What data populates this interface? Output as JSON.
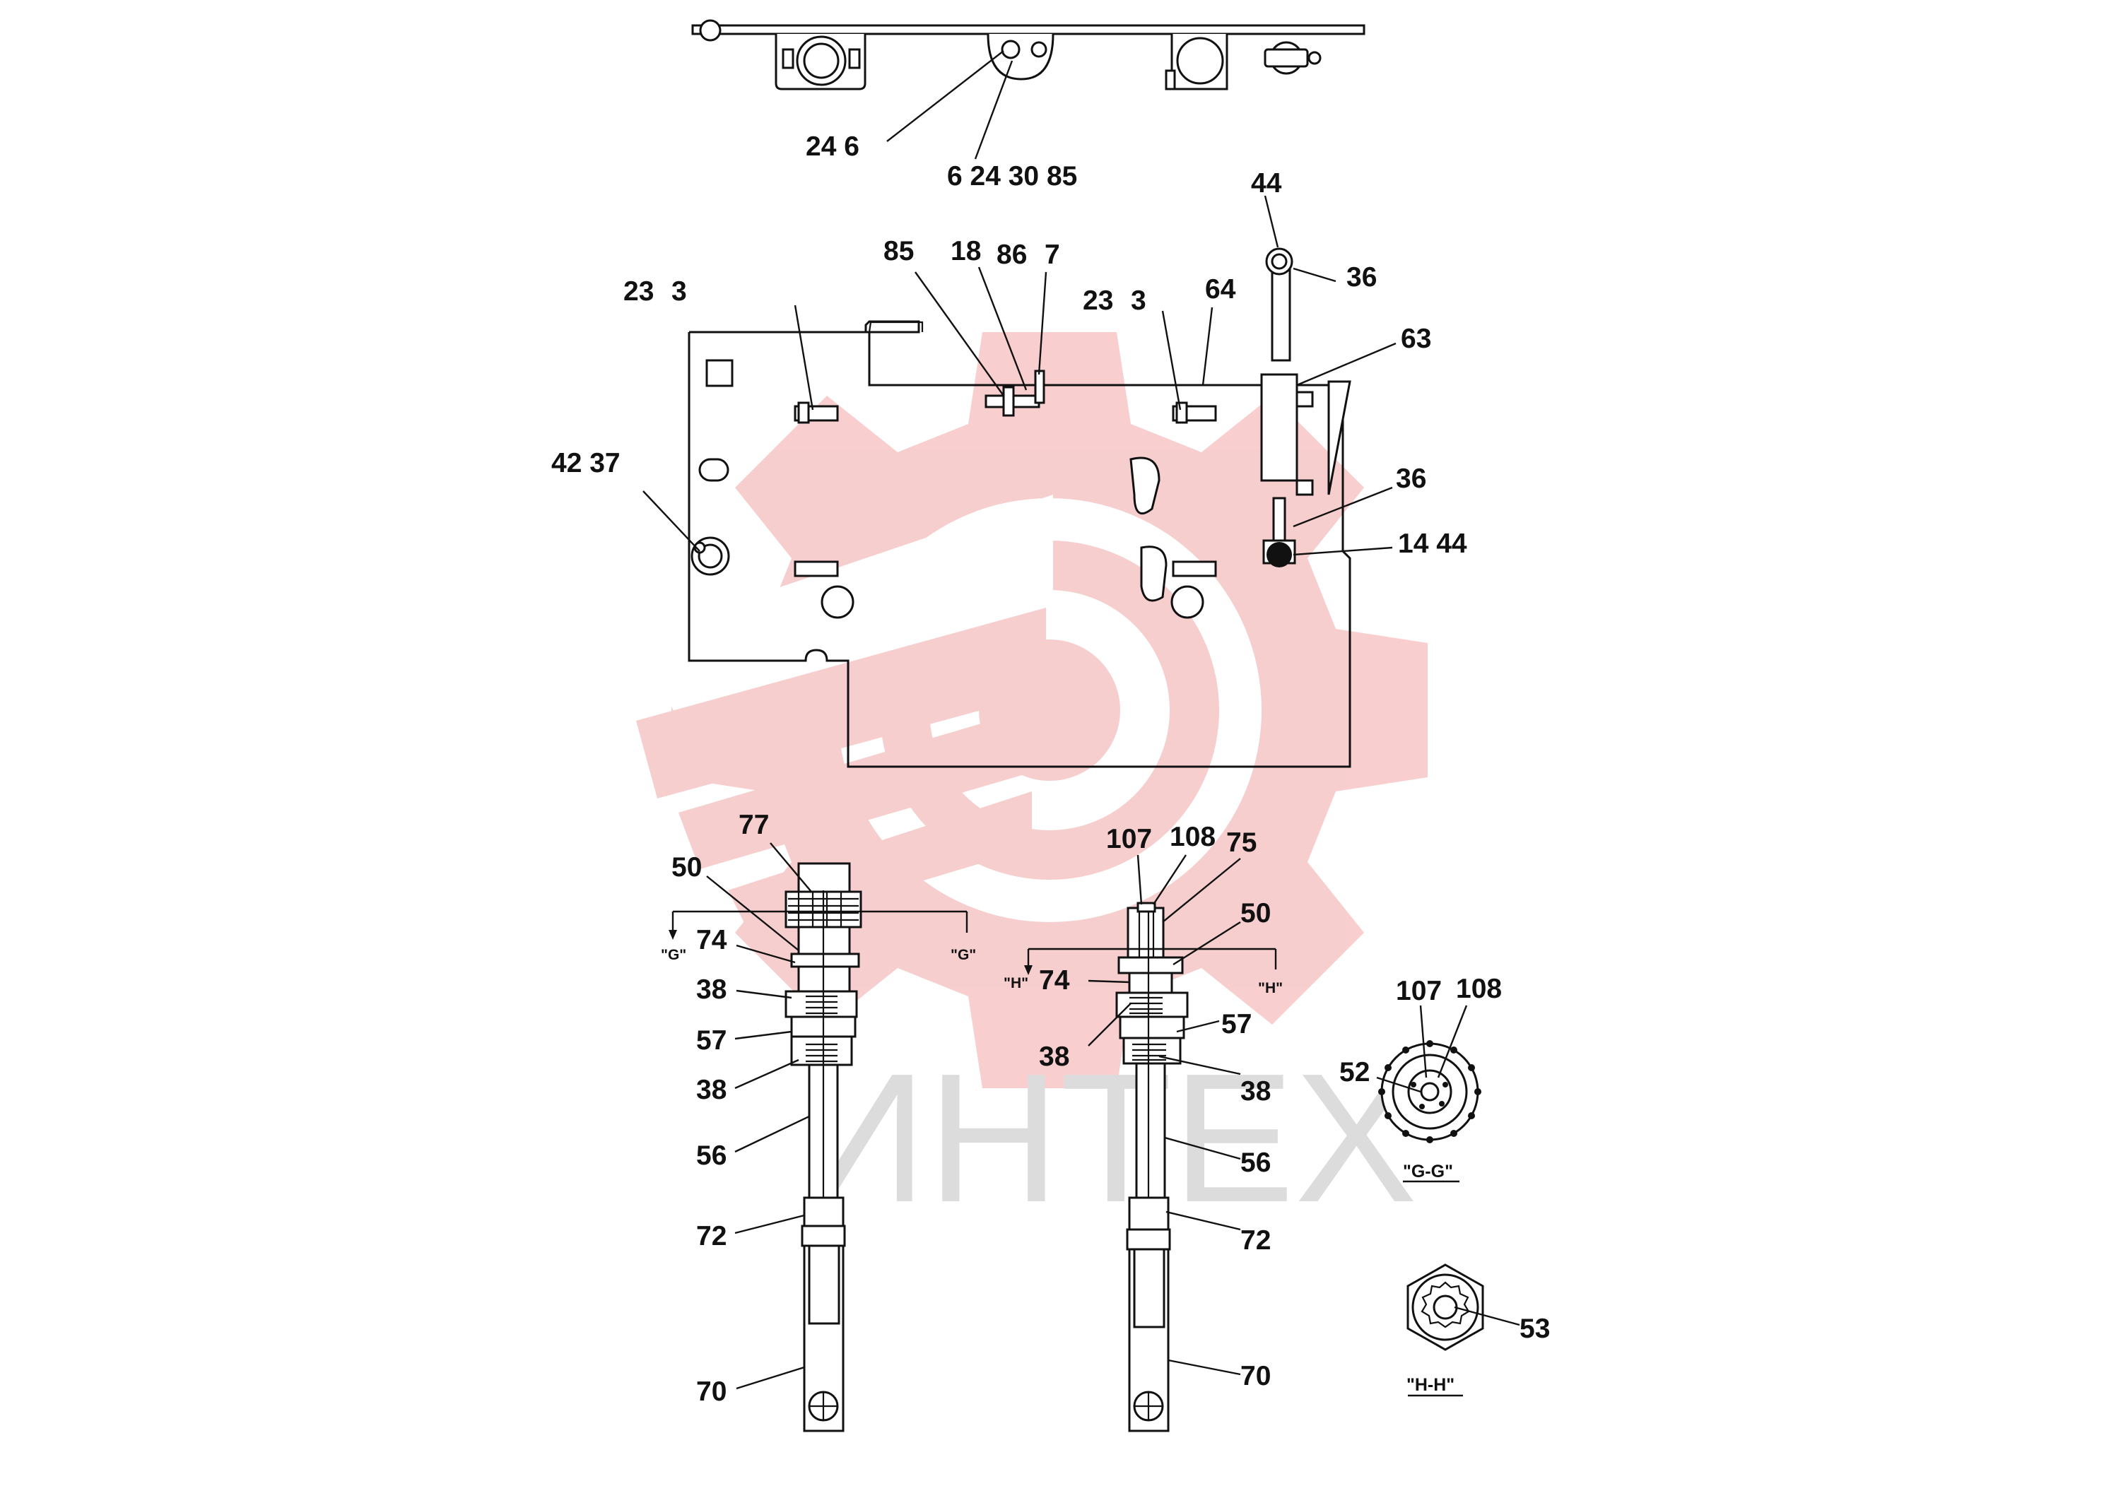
{
  "watermark": {
    "text": "ИНТЕХ",
    "gear_color": "#f7c9c9",
    "text_color": "#dcdcdc"
  },
  "callouts": {
    "top_a": "24  6",
    "top_b": "6  24  30  85",
    "n85": "85",
    "n18": "18",
    "n86": "86",
    "n7": "7",
    "l23": "23",
    "l3": "3",
    "m23": "23",
    "m3": "3",
    "n64": "64",
    "n44": "44",
    "n36a": "36",
    "n63": "63",
    "n4237": "42 37",
    "n36b": "36",
    "n1444": "14 44",
    "L77": "77",
    "L50": "50",
    "L74": "74",
    "L38a": "38",
    "L57": "57",
    "L38b": "38",
    "L56": "56",
    "L72": "72",
    "L70": "70",
    "R107": "107",
    "R108": "108",
    "R75": "75",
    "R50": "50",
    "R74": "74",
    "R38a": "38",
    "R57": "57",
    "R38b": "38",
    "R56": "56",
    "R72": "72",
    "R70": "70",
    "G107": "107",
    "G108": "108",
    "G52": "52",
    "H53": "53"
  },
  "section_marks": {
    "g_left": "\"G\"",
    "g_right": "\"G\"",
    "h_left": "\"H\"",
    "h_right": "\"H\""
  },
  "section_titles": {
    "gg": "\"G-G\"",
    "hh": "\"H-H\""
  }
}
